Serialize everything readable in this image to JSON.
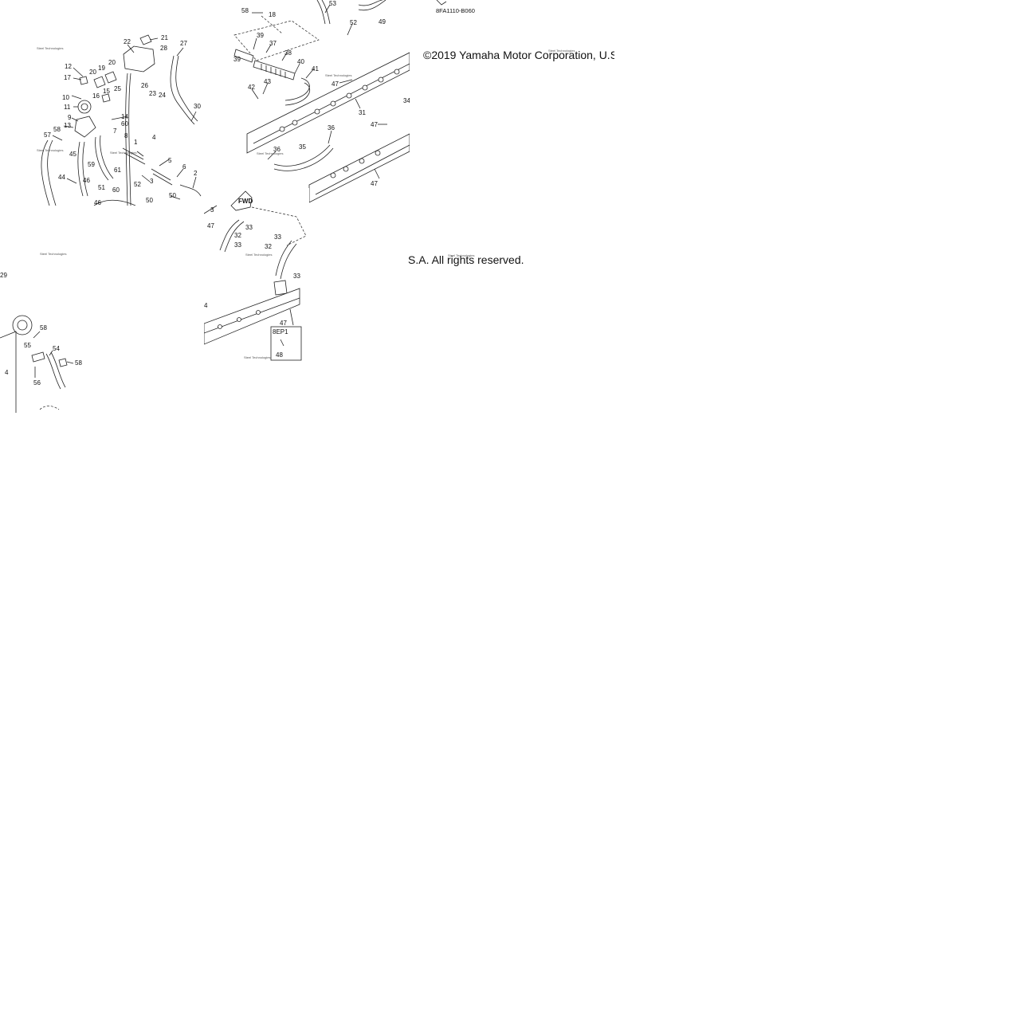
{
  "diagram": {
    "code": "8FA1110-B060",
    "copyright_part1": "©2019 Yamaha Motor Corporation, U.S",
    "copyright_part2": "S.A. All rights reserved.",
    "inset_label": "8EP1",
    "fwd_label": "FWD",
    "watermark": "Steel Technologies"
  },
  "callouts": {
    "tile_a": [
      "22",
      "21",
      "27",
      "28",
      "12",
      "17",
      "20",
      "19",
      "20",
      "26",
      "23",
      "24",
      "25",
      "15",
      "16",
      "10",
      "11",
      "14",
      "60",
      "30",
      "9",
      "13",
      "58",
      "57",
      "7",
      "8",
      "45",
      "4",
      "1",
      "5",
      "6",
      "2",
      "3",
      "59",
      "61",
      "44",
      "46",
      "51",
      "60",
      "52",
      "50",
      "46",
      "50"
    ],
    "tile_b": [
      "58",
      "18",
      "53",
      "49",
      "52",
      "39",
      "37",
      "38",
      "40",
      "41",
      "39",
      "42",
      "43",
      "47",
      "31",
      "34",
      "36",
      "47",
      "36",
      "35",
      "47"
    ],
    "tile_c": [
      "29"
    ],
    "tile_d": [
      "58",
      "55",
      "54",
      "58",
      "56",
      "4"
    ],
    "tile_e": [
      "3",
      "47",
      "33",
      "32",
      "33",
      "33",
      "32",
      "33",
      "47",
      "48",
      "4"
    ]
  }
}
